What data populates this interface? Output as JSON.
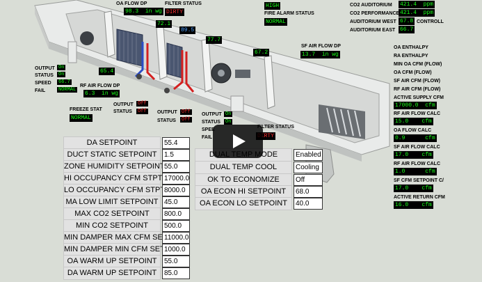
{
  "top_readings": {
    "oa_flow_dp_label": "OA FLOW DP",
    "oa_flow_dp_value": "98.3",
    "oa_flow_dp_unit": "in wg",
    "filter_status_label": "FILTER STATUS",
    "filter_status_value": "DIRTY",
    "coil_temp_1": "72.1",
    "coil_temp_2": "89.5",
    "coil_temp_3": "77.7",
    "fan_temp": "67.2",
    "sf_air_flow_dp_label": "SF AIR FLOW DP",
    "sf_air_flow_dp_value": "13.7",
    "sf_air_flow_dp_unit": "in wg",
    "rf_air_flow_dp_label": "RF AIR FLOW DP",
    "rf_air_flow_dp_value": "6.3",
    "rf_air_flow_dp_unit": "in wg",
    "rf_temp": "65.4",
    "freeze_stat_label": "FREEZE STAT",
    "freeze_stat_value": "NORMAL",
    "filter_status2_label": "FILTER STATUS",
    "filter_status2_value": "DIRTY"
  },
  "alarms": {
    "high_value": "HIGH",
    "fire_alarm_label": "FIRE ALARM STATUS",
    "fire_alarm_value": "NORMAL"
  },
  "co2": {
    "auditorium_label": "CO2 AUDITORIUM",
    "auditorium_value": "421.4",
    "auditorium_unit": "ppm",
    "performance_label": "CO2 PERFORMANCE",
    "performance_value": "421.4",
    "performance_unit": "ppm",
    "aud_west_label": "AUDITORIUM WEST",
    "aud_west_value": "67.8",
    "aud_west_suffix": "CONTROLL",
    "aud_east_label": "AUDITORIUM EAST",
    "aud_east_value": "66.7"
  },
  "fan_left": {
    "output_label": "OUTPUT",
    "status_label": "STATUS",
    "speed_label": "SPEED",
    "fail_label": "FAIL",
    "output_value": "On",
    "status_value": "On",
    "speed_value": "66.7",
    "fail_value": "NORMAL"
  },
  "valve1": {
    "output_label": "OUTPUT",
    "status_label": "STATUS",
    "output_value": "Off",
    "status_value": "Off"
  },
  "valve2": {
    "output_label": "OUTPUT",
    "status_label": "STATUS",
    "output_value": "Off",
    "status_value": "Off"
  },
  "fan_mid": {
    "output_label": "OUTPUT",
    "status_label": "STATUS",
    "speed_label": "SPEE",
    "fail_label": "FAIL",
    "output_value": "On",
    "status_value": "On"
  },
  "right_panel": {
    "oa_enthalpy": "OA ENTHALPY",
    "ra_enthalpy": "RA ENTHALPY",
    "min_oa_cfm": "MIN OA CFM (FLOW)",
    "oa_cfm": "OA CFM (FLOW)",
    "sf_air_cfm": "SF AIR CFM (FLOW)",
    "rf_air_cfm": "RF AIR CFM (FLOW)",
    "active_supply_label": "ACTIVE SUPPLY CFM",
    "active_supply_value": "17000.0",
    "active_supply_unit": "cfm",
    "rf_calc_label": "RF AIR FLOW CALC",
    "rf_calc_value": "15.0",
    "rf_calc_unit": "cfm",
    "oa_calc_label": "OA FLOW CALC",
    "oa_calc_value": "0.9",
    "oa_calc_unit": "cfm",
    "sf_calc_label": "SF AIR FLOW CALC",
    "sf_calc_value": "17.0",
    "sf_calc_unit": "cfm",
    "rf_calc2_label": "RF AIR FLOW CALC",
    "rf_calc2_value": "1.0",
    "rf_calc2_unit": "cfm",
    "sf_setpoint_label": "SF CFM SETPOINT C/",
    "sf_setpoint_value": "17.0",
    "sf_setpoint_unit": "cfm",
    "active_return_label": "ACTIVE RETURN CFM",
    "active_return_value": "16.0",
    "active_return_unit": "cfm"
  },
  "setpoints_left": [
    {
      "label": "DA SETPOINT",
      "value": "55.4"
    },
    {
      "label": "DUCT STATIC SETPOINT",
      "value": "1.5"
    },
    {
      "label": "ZONE HUMIDITY SETPOINT",
      "value": "55.0"
    },
    {
      "label": "HI OCCUPANCY CFM STPT",
      "value": "17000.0"
    },
    {
      "label": "LO OCCUPANCY CFM STPT",
      "value": "8000.0"
    },
    {
      "label": "MA LOW LIMIT SETPOINT",
      "value": "45.0"
    },
    {
      "label": "MAX CO2 SETPOINT",
      "value": "800.0"
    },
    {
      "label": "MIN CO2 SETPOINT",
      "value": "500.0"
    },
    {
      "label": "MIN DAMPER MAX CFM SET",
      "value": "11000.0"
    },
    {
      "label": "MIN DAMPER MIN CFM SET",
      "value": "1000.0"
    },
    {
      "label": "OA WARM UP SETPOINT",
      "value": "55.0"
    },
    {
      "label": "DA WARM UP SETPOINT",
      "value": "85.0"
    }
  ],
  "setpoints_right": [
    {
      "label": "DUAL TEMP MODE",
      "value": "Enabled"
    },
    {
      "label": "DUAL TEMP COOL",
      "value": "Cooling"
    },
    {
      "label": "OK TO ECONOMIZE",
      "value": "Off"
    },
    {
      "label": "OA ECON HI SETPOINT",
      "value": "68.0"
    },
    {
      "label": "OA ECON LO SETPOINT",
      "value": "40.0"
    }
  ],
  "colors": {
    "background": "#d9ddd6",
    "value_green": "#18ff18",
    "value_red": "#ff3030"
  },
  "icons": {
    "play": "play-icon"
  }
}
